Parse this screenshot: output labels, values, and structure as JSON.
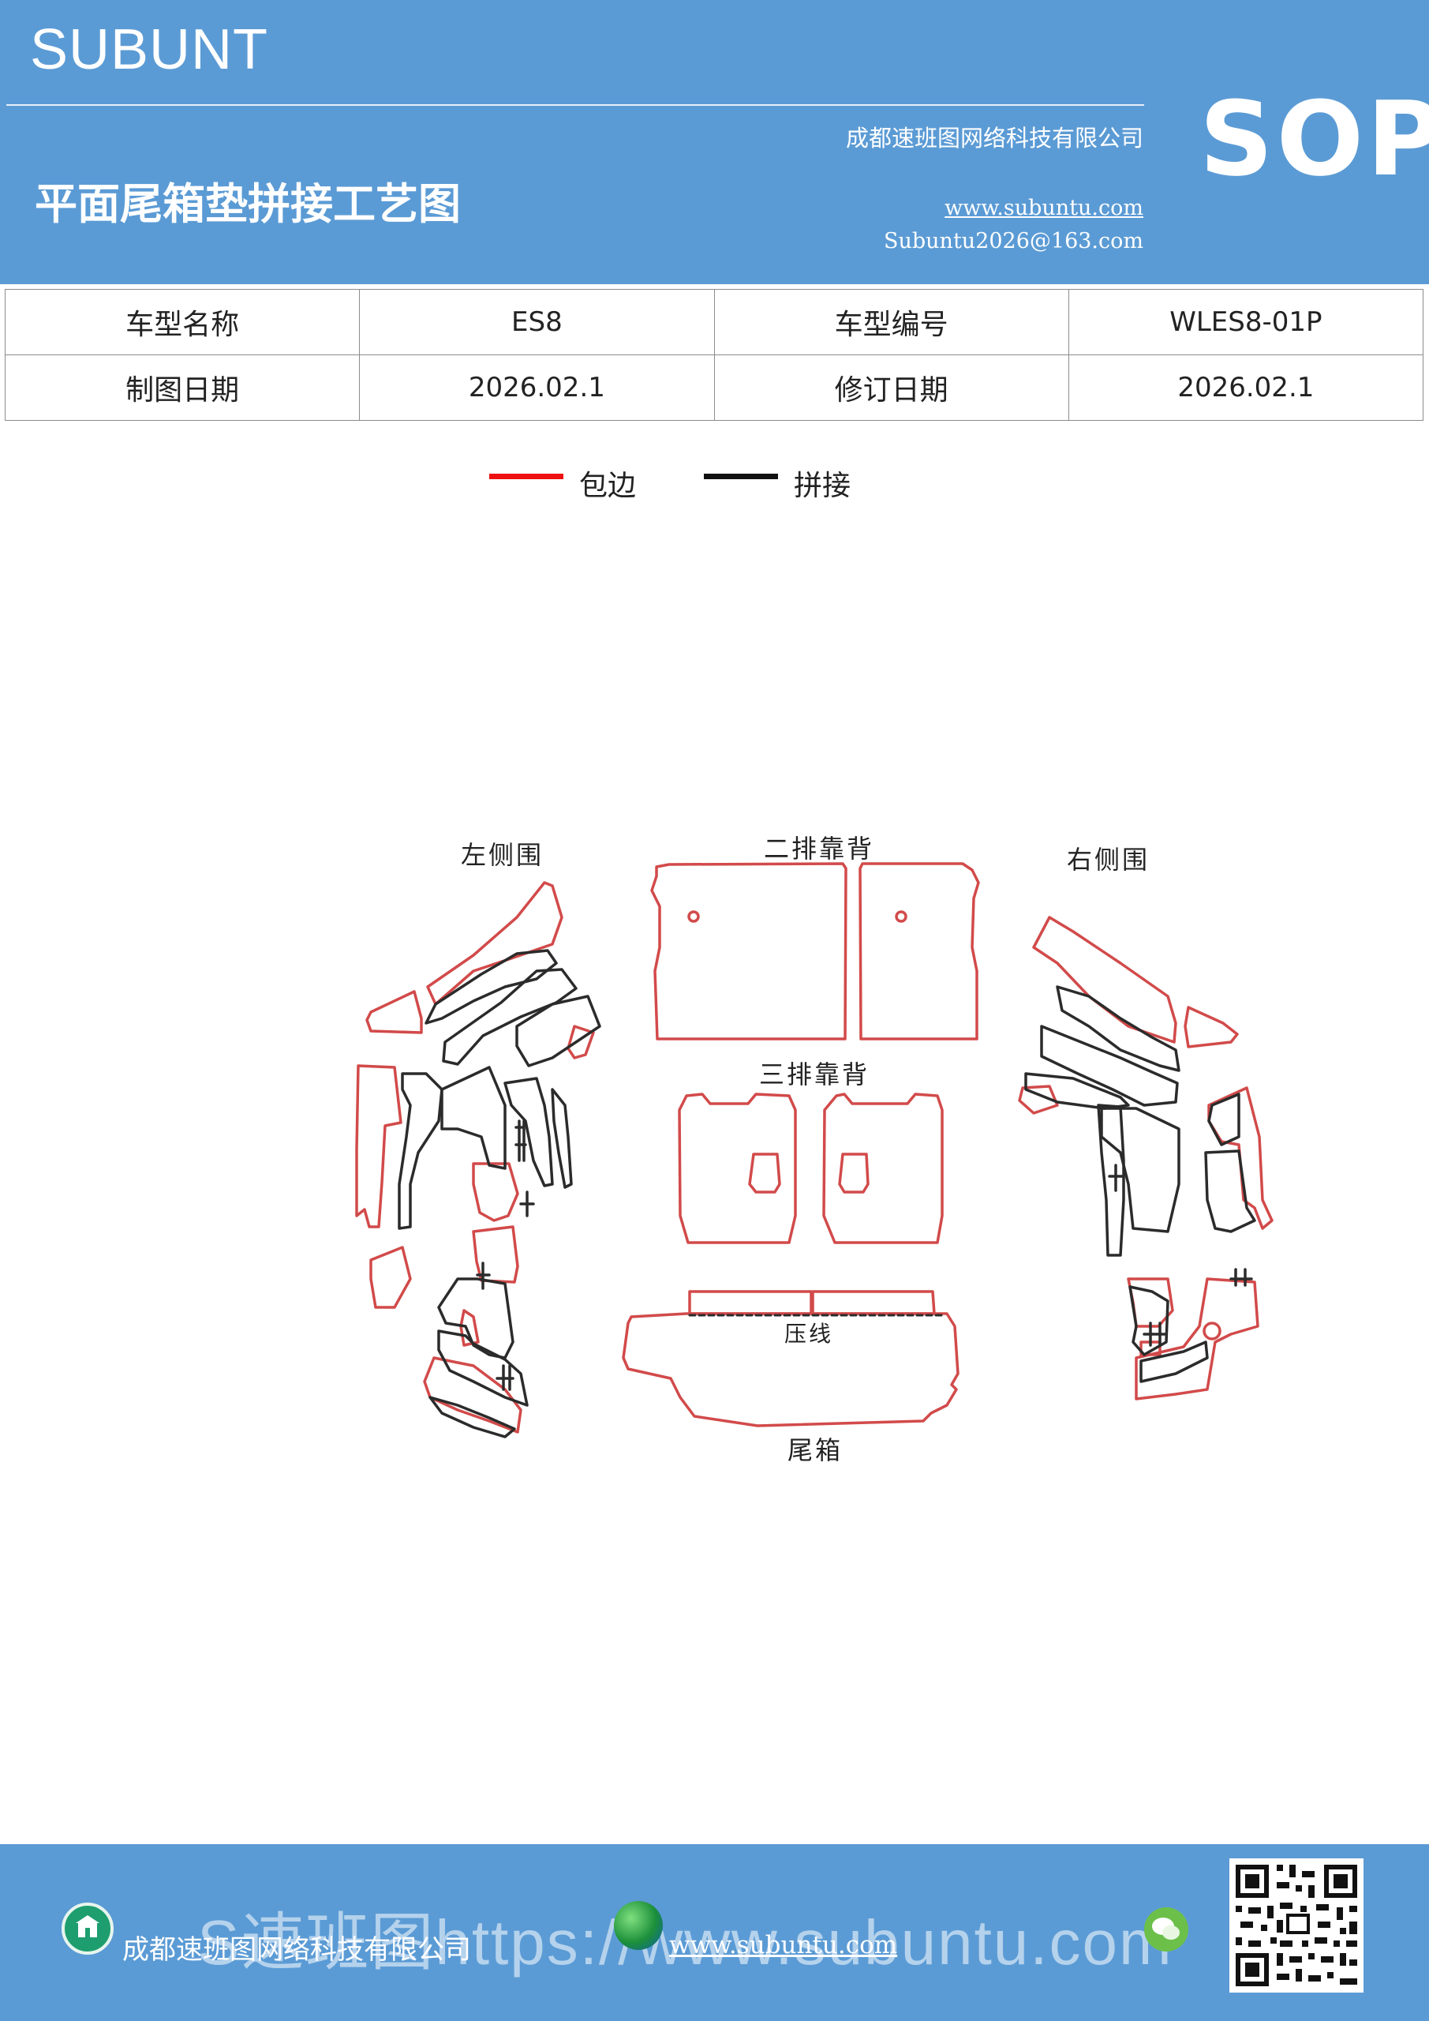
{
  "header": {
    "brand": "SUBUNT",
    "badge": "SOP",
    "title": "平面尾箱垫拼接工艺图",
    "company": "成都速班图网络科技有限公司",
    "website": "www.subuntu.com",
    "email": "Subuntu2026@163.com"
  },
  "info_table": {
    "model_name_label": "车型名称",
    "model_name_value": "ES8",
    "model_code_label": "车型编号",
    "model_code_value": "WLES8-01P",
    "draw_date_label": "制图日期",
    "draw_date_value": "2026.02.1",
    "revise_date_label": "修订日期",
    "revise_date_value": "2026.02.1"
  },
  "legend": {
    "items": [
      {
        "label": "包边",
        "color": "#ee1111"
      },
      {
        "label": "拼接",
        "color": "#111111"
      }
    ]
  },
  "diagram": {
    "labels": {
      "left_side": "左侧围",
      "second_row": "二排靠背",
      "right_side": "右侧围",
      "third_row": "三排靠背",
      "press_line": "压线",
      "trunk": "尾箱"
    },
    "colors": {
      "edge": "#d24a4a",
      "seam": "#2b2b2b"
    }
  },
  "footer": {
    "company": "成都速班图网络科技有限公司",
    "website": "www.subuntu.com",
    "watermark": "S速班图https://www.subuntu.com"
  }
}
